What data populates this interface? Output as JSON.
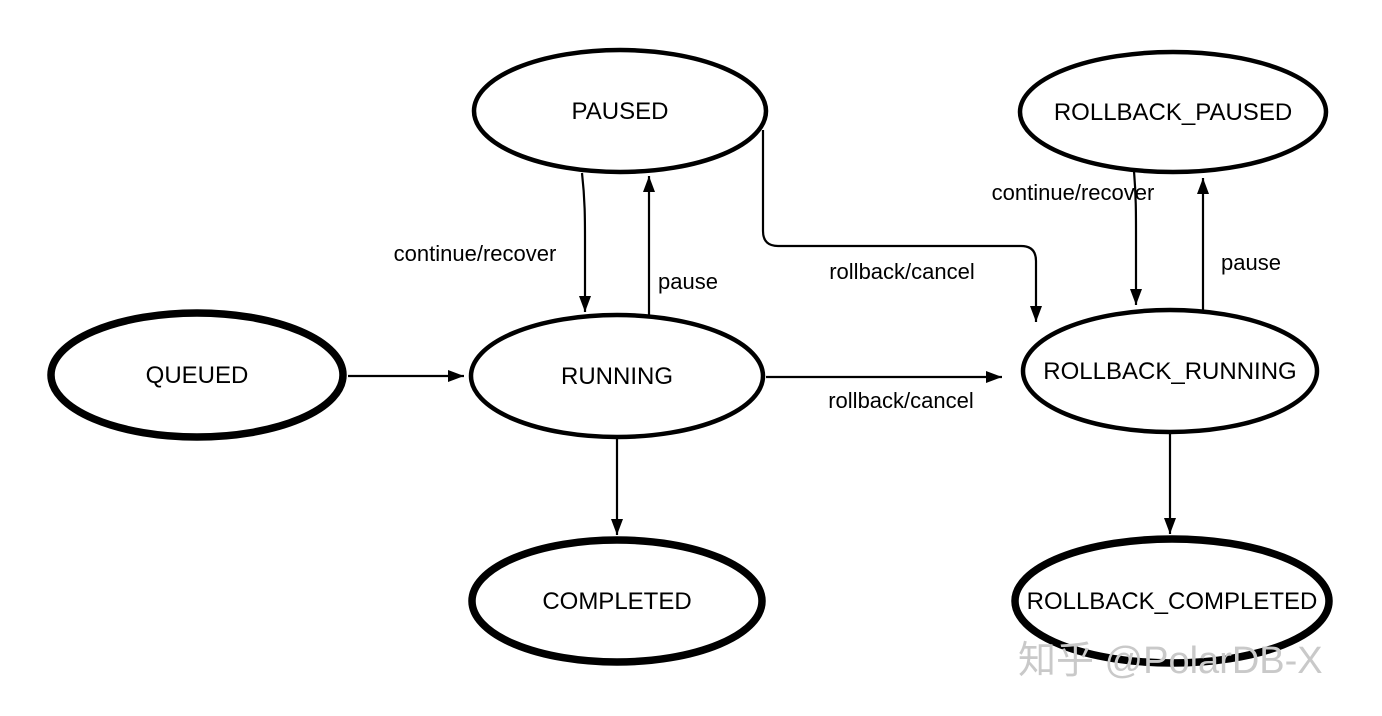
{
  "diagram": {
    "type": "state-machine",
    "background_color": "#ffffff",
    "stroke_color": "#000000",
    "nodes": [
      {
        "id": "queued",
        "label": "QUEUED",
        "emphasis": "bold"
      },
      {
        "id": "paused",
        "label": "PAUSED",
        "emphasis": "normal"
      },
      {
        "id": "running",
        "label": "RUNNING",
        "emphasis": "normal"
      },
      {
        "id": "completed",
        "label": "COMPLETED",
        "emphasis": "bold"
      },
      {
        "id": "rollback_paused",
        "label": "ROLLBACK_PAUSED",
        "emphasis": "normal"
      },
      {
        "id": "rollback_running",
        "label": "ROLLBACK_RUNNING",
        "emphasis": "normal"
      },
      {
        "id": "rollback_completed",
        "label": "ROLLBACK_COMPLETED",
        "emphasis": "bold"
      }
    ],
    "edges": [
      {
        "from": "queued",
        "to": "running",
        "label": ""
      },
      {
        "from": "paused",
        "to": "running",
        "label": "continue/recover"
      },
      {
        "from": "running",
        "to": "paused",
        "label": "pause"
      },
      {
        "from": "paused",
        "to": "rollback_running",
        "label": "rollback/cancel"
      },
      {
        "from": "running",
        "to": "rollback_running",
        "label": "rollback/cancel"
      },
      {
        "from": "running",
        "to": "completed",
        "label": ""
      },
      {
        "from": "rollback_paused",
        "to": "rollback_running",
        "label": "continue/recover"
      },
      {
        "from": "rollback_running",
        "to": "rollback_paused",
        "label": "pause"
      },
      {
        "from": "rollback_running",
        "to": "rollback_completed",
        "label": ""
      }
    ]
  },
  "watermark": {
    "text": "知乎 @PolarDB-X",
    "color": "#c9c9c9"
  }
}
